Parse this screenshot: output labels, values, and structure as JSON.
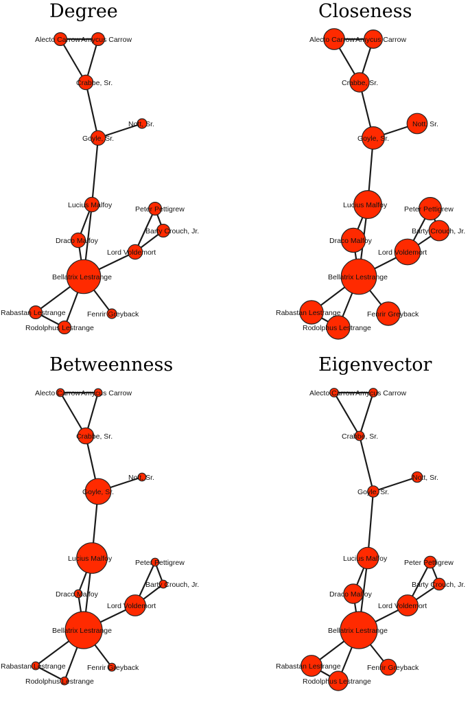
{
  "nodes": [
    {
      "id": "alecto",
      "label": "Alecto Carrow"
    },
    {
      "id": "amycus",
      "label": "Amycus Carrow"
    },
    {
      "id": "crabbe",
      "label": "Crabbe, Sr."
    },
    {
      "id": "nott",
      "label": "Nott, Sr."
    },
    {
      "id": "goyle",
      "label": "Goyle, Sr."
    },
    {
      "id": "lucius",
      "label": "Lucius Malfoy"
    },
    {
      "id": "peter",
      "label": "Peter Pettigrew"
    },
    {
      "id": "barty",
      "label": "Barty Crouch, Jr."
    },
    {
      "id": "draco",
      "label": "Draco Malfoy"
    },
    {
      "id": "voldemort",
      "label": "Lord Voldemort"
    },
    {
      "id": "bellatrix",
      "label": "Bellatrix Lestrange"
    },
    {
      "id": "fenrir",
      "label": "Fenrir Greyback"
    },
    {
      "id": "rabastan",
      "label": "Rabastan Lestrange"
    },
    {
      "id": "rodolphus",
      "label": "Rodolphus Lestrange"
    }
  ],
  "edges": [
    [
      "alecto",
      "amycus"
    ],
    [
      "alecto",
      "crabbe"
    ],
    [
      "amycus",
      "crabbe"
    ],
    [
      "crabbe",
      "goyle"
    ],
    [
      "goyle",
      "nott"
    ],
    [
      "goyle",
      "lucius"
    ],
    [
      "lucius",
      "draco"
    ],
    [
      "lucius",
      "bellatrix"
    ],
    [
      "draco",
      "bellatrix"
    ],
    [
      "peter",
      "barty"
    ],
    [
      "peter",
      "voldemort"
    ],
    [
      "barty",
      "voldemort"
    ],
    [
      "voldemort",
      "bellatrix"
    ],
    [
      "bellatrix",
      "fenrir"
    ],
    [
      "bellatrix",
      "rabastan"
    ],
    [
      "bellatrix",
      "rodolphus"
    ],
    [
      "rabastan",
      "rodolphus"
    ]
  ],
  "panels": [
    {
      "id": "degree",
      "title": "Degree",
      "sizes": {
        "alecto": 0.25,
        "amycus": 0.25,
        "crabbe": 0.3,
        "nott": 0.15,
        "goyle": 0.3,
        "lucius": 0.3,
        "peter": 0.25,
        "barty": 0.25,
        "draco": 0.3,
        "voldemort": 0.3,
        "bellatrix": 0.9,
        "fenrir": 0.15,
        "rabastan": 0.25,
        "rodolphus": 0.25
      }
    },
    {
      "id": "closeness",
      "title": "Closeness",
      "sizes": {
        "alecto": 0.5,
        "amycus": 0.42,
        "crabbe": 0.45,
        "nott": 0.48,
        "goyle": 0.55,
        "lucius": 0.72,
        "peter": 0.55,
        "barty": 0.48,
        "draco": 0.6,
        "voldemort": 0.65,
        "bellatrix": 0.95,
        "fenrir": 0.58,
        "rabastan": 0.58,
        "rodolphus": 0.58
      }
    },
    {
      "id": "betweenness",
      "title": "Betweenness",
      "sizes": {
        "alecto": 0.1,
        "amycus": 0.1,
        "crabbe": 0.35,
        "nott": 0.1,
        "goyle": 0.65,
        "lucius": 0.8,
        "peter": 0.1,
        "barty": 0.1,
        "draco": 0.1,
        "voldemort": 0.5,
        "bellatrix": 1.0,
        "fenrir": 0.1,
        "rabastan": 0.1,
        "rodolphus": 0.1
      }
    },
    {
      "id": "eigenvector",
      "title": "Eigenvector",
      "sizes": {
        "alecto": 0.12,
        "amycus": 0.12,
        "crabbe": 0.14,
        "nott": 0.18,
        "goyle": 0.2,
        "lucius": 0.52,
        "peter": 0.22,
        "barty": 0.22,
        "draco": 0.45,
        "voldemort": 0.5,
        "bellatrix": 1.0,
        "fenrir": 0.35,
        "rabastan": 0.5,
        "rodolphus": 0.45
      }
    }
  ],
  "colors": {
    "node_fill": "#ff2a00",
    "node_stroke": "#222222",
    "edge": "#1a1a1a"
  }
}
